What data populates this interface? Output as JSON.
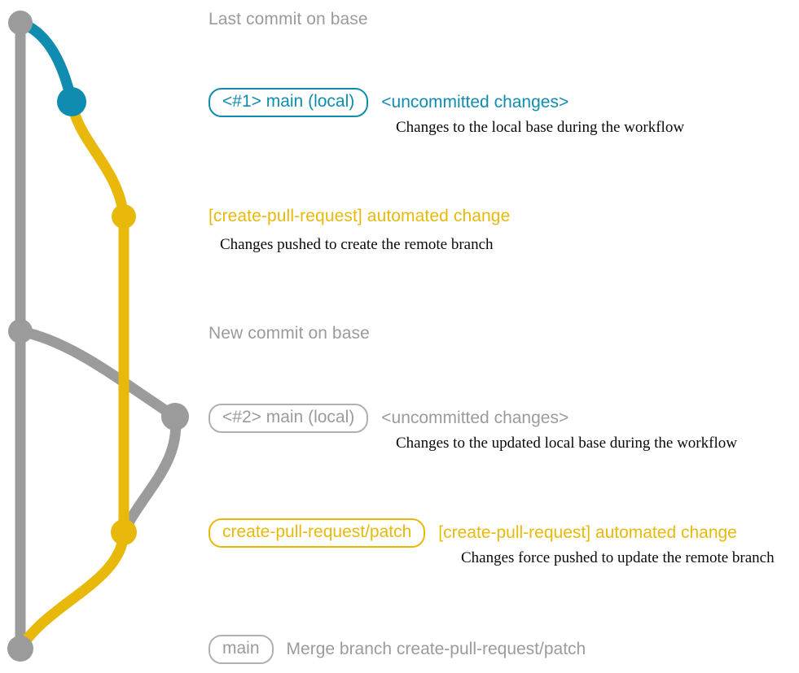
{
  "diagram": {
    "title": "git branch graph of create-pull-request workflow",
    "colors": {
      "base_gray": "#9b9b9b",
      "local_blue": "#0f8cb0",
      "patch_yellow": "#e8b90a",
      "caption_black": "#0a0a0a",
      "background": "#ffffff"
    }
  },
  "entries": [
    {
      "id": "last-commit-on-base",
      "pill": null,
      "message": "Last commit on base",
      "message_color": "gray",
      "caption": null,
      "node_color": "gray"
    },
    {
      "id": "local-main-1",
      "pill": "<#1> main (local)",
      "pill_color": "blue",
      "message": "<uncommitted changes>",
      "message_color": "blue",
      "caption": "Changes to the local base during the workflow",
      "node_color": "blue"
    },
    {
      "id": "automated-change-1",
      "pill": null,
      "message": "[create-pull-request] automated change",
      "message_color": "yellow",
      "caption": "Changes pushed to create the remote branch",
      "node_color": "yellow"
    },
    {
      "id": "new-commit-on-base",
      "pill": null,
      "message": "New commit on base",
      "message_color": "gray",
      "caption": null,
      "node_color": "gray"
    },
    {
      "id": "local-main-2",
      "pill": "<#2> main (local)",
      "pill_color": "gray",
      "message": "<uncommitted changes>",
      "message_color": "gray",
      "caption": "Changes to the updated local base during the workflow",
      "node_color": "gray"
    },
    {
      "id": "automated-change-2",
      "pill": "create-pull-request/patch",
      "pill_color": "yellow",
      "message": "[create-pull-request] automated change",
      "message_color": "yellow",
      "caption": "Changes force pushed to update the remote branch",
      "node_color": "yellow"
    },
    {
      "id": "merge-commit",
      "pill": "main",
      "pill_color": "gray",
      "message": "Merge branch create-pull-request/patch",
      "message_color": "gray",
      "caption": null,
      "node_color": "gray"
    }
  ]
}
